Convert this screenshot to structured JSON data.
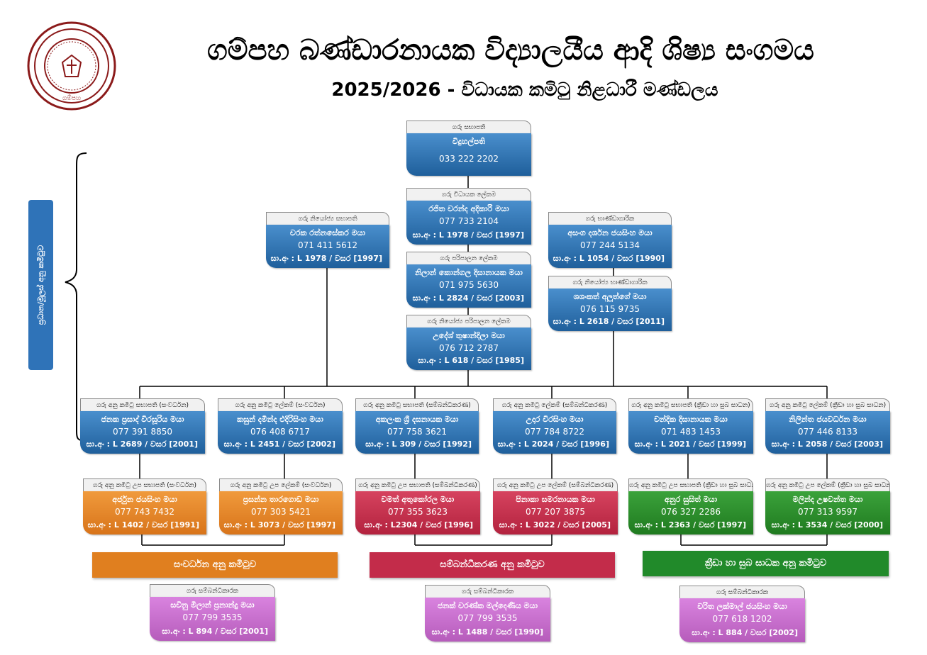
{
  "header": {
    "title": "ගම්පහ බණ්ඩාරනායක විද්‍යාලයීය ආදි ශිෂ්‍ය සංගමය",
    "subtitle": "2025/2026 - විධායක කමිටු නිළධාරී මණ්ඩලය",
    "logo_label": "ගම්පහ"
  },
  "side_label": "ප්‍රධාන/මූලස් අනු කමිටුව",
  "officers": [
    {
      "role": "ගරු සභාපති",
      "name": "විදුහල්පති",
      "phone": "033 222 2202",
      "membership": ""
    },
    {
      "role": "ගරු විධායක ලේකම",
      "name": "රජිත චරන්ද අදිකාරි මයා",
      "phone": "077 733 2104",
      "membership": "සා.අං : L 1978 / වසර [1997]"
    },
    {
      "role": "ගරු නියෝජ්‍ය සභාපති",
      "name": "චරක රත්නසේකර මයා",
      "phone": "071 411 5612",
      "membership": "සා.අං : L 1978 / වසර [1997]"
    },
    {
      "role": "ගරු භාණ්ඩාගාරික",
      "name": "අසංග දර්ශන ජයසිංහ මයා",
      "phone": "077 244 5134",
      "membership": "සා.අං : L 1054 / වසර [1990]"
    },
    {
      "role": "ගරු පරිපාලන ලේකම",
      "name": "නිලාන් කොන්ගල දිසානායක මයා",
      "phone": "071 975 5630",
      "membership": "සා.අං : L 2824 / වසර [2003]"
    },
    {
      "role": "ගරු නියෝජ්‍ය භාණ්ඩාගාරික",
      "name": "ශශංකත් අලුත්ගේ මයා",
      "phone": "076 115 9735",
      "membership": "සා.අං : L 2618 / වසර [2011]"
    },
    {
      "role": "ගරු නියෝජ්‍ය පරිපාලන ලේකම",
      "name": "උදේශ් තුෂාන්දිලා මයා",
      "phone": "076 712 2787",
      "membership": "සා.අං : L 618 / වසර [1985]"
    }
  ],
  "committee_heads": [
    {
      "role": "ගරු අනු කමිටු සභාපති (සංවර්ධන)",
      "name": "ජනක ප්‍රසාද් වීරසූරිය මයා",
      "phone": "077 391 8850",
      "membership": "සා.අං : L 2689 / වසර [2001]"
    },
    {
      "role": "ගරු අනු කමිටු ලේකම් (සංවර්ධන)",
      "name": "කසුන් දමින්ද එදිරිසිංහ මයා",
      "phone": "076 408 6717",
      "membership": "සා.අං : L 2451 / වසර [2002]"
    },
    {
      "role": "ගරු අනු කමිටු සභාපති (සම්බන්ධීකරණ)",
      "name": "අකලංක ශ්‍රී දසනායක මයා",
      "phone": "077 758 3621",
      "membership": "සා.අං : L 309 / වසර [1992]"
    },
    {
      "role": "ගරු අනු කමිටු ලේකම් (සම්බන්ධීකරණ)",
      "name": "උදාර වීරසිංහ මයා",
      "phone": "077 784 8722",
      "membership": "සා.අං : L 2024 / වසර [1996]"
    },
    {
      "role": "ගරු අනු කමිටු සභාපති (ක්‍රීඩා හා සුබ සාධන)",
      "name": "චන්දික දිසානායක මයා",
      "phone": "071 483 1453",
      "membership": "සා.අං : L 2021 / වසර [1999]"
    },
    {
      "role": "ගරු අනු කමිටු ලේකම් (ක්‍රීඩා හා සුබ සාධන)",
      "name": "නිලින්ත ජයවර්ධන මයා",
      "phone": "077 446 8133",
      "membership": "සා.අං : L 2058 / වසර [2003]"
    }
  ],
  "committee_assistants": [
    {
      "role": "ගරු අනු කමිටු උප සභාපති (සංවර්ධන)",
      "name": "අර්ජුන ජයසිංහ මයා",
      "phone": "077 743 7432",
      "membership": "සා.අං : L 1402 / වසර [1991]"
    },
    {
      "role": "ගරු අනු කමිටු උප ලේකම් (සංවර්ධන)",
      "name": "ප්‍රසන්න තාරගොඩ මයා",
      "phone": "077 303 5421",
      "membership": "සා.අං : L 3073 / වසර [1997]"
    },
    {
      "role": "ගරු අනු කමිටු උප සභාපති (සම්බන්ධීකරණ)",
      "name": "චමත් අතුකෝරල මයා",
      "phone": "077 355 3623",
      "membership": "සා.අං : L2304 / වසර [1996]"
    },
    {
      "role": "ගරු අනු කමිටු උප ලේකම් (සම්බන්ධීකරණ)",
      "name": "පිනාකා සමරනායක මයා",
      "phone": "077 207 3875",
      "membership": "සා.අං : L 3022 / වසර [2005]"
    },
    {
      "role": "ගරු අනු කමිටු උප සභාපති (ක්‍රීඩා හා සුබ සාධන)",
      "name": "අනුර සුසිත් මයා",
      "phone": "076 327 2286",
      "membership": "සා.අං : L 2363 / වසර [1997]"
    },
    {
      "role": "ගරු අනු කමිටු උප ලේකම් (ක්‍රීඩා හා සුබ සාධන)",
      "name": "මලින්ද උෂවන්ත මයා",
      "phone": "077 313 9597",
      "membership": "සා.අං : L 3534 / වසර [2000]"
    }
  ],
  "committee_bars": [
    {
      "label": "සංවර්ධන අනු කමිටුව",
      "color": "#e07f1f"
    },
    {
      "label": "සම්බන්ධීකරණ අනු කමිටුව",
      "color": "#c32c4a"
    },
    {
      "label": "ක්‍රීඩා හා සුබ සාධක අනු කමිටුව",
      "color": "#218a2a"
    }
  ],
  "coordinators": [
    {
      "role": "ගරු සම්බන්ධීකාරක",
      "name": "සචිනු මිලාන් ප්‍රනාන්දු මයා",
      "phone": "077 799 3535",
      "membership": "සා.අං : L 894 / වසර [2001]"
    },
    {
      "role": "ගරු සම්බන්ධීකාරක",
      "name": "ජනක් චරණ්ක මල්දෙණිය මයා",
      "phone": "077 799 3535",
      "membership": "සා.අං : L 1488 / වසර [1990]"
    },
    {
      "role": "ගරු සම්බන්ධීකාරක",
      "name": "චරිත ලක්මාල් ජයසිංහ මයා",
      "phone": "077 618 1202",
      "membership": "සා.අං : L 884 / වසර [2002]"
    }
  ]
}
